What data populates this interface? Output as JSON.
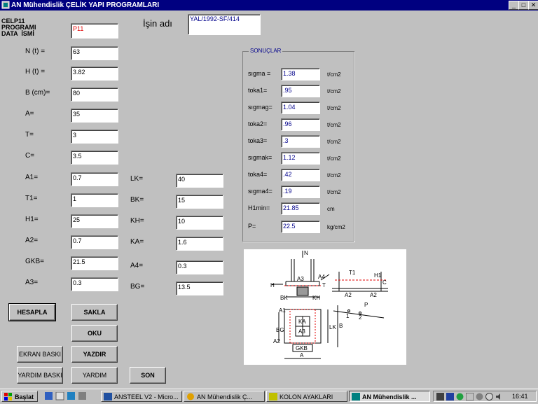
{
  "window": {
    "title": "AN Mühendislik  ÇELİK YAPI PROGRAMLARI",
    "min": "_",
    "max": "□",
    "close": "✕"
  },
  "header": {
    "program_label": "CELP11\nPROGRAMI\nDATA  İSMİ",
    "program_value": "P11",
    "job_label": "İşin adı",
    "job_value": "YAL/1992-SF/414"
  },
  "inputs_left": [
    {
      "label": "N (t) =",
      "value": "63"
    },
    {
      "label": "H (t) =",
      "value": "3.82"
    },
    {
      "label": "B (cm)=",
      "value": "80"
    },
    {
      "label": "A=",
      "value": "35"
    },
    {
      "label": "T=",
      "value": "3"
    },
    {
      "label": "C=",
      "value": "3.5"
    },
    {
      "label": "A1=",
      "value": "0.7"
    },
    {
      "label": "T1=",
      "value": "1"
    },
    {
      "label": "H1=",
      "value": "25"
    },
    {
      "label": "A2=",
      "value": "0.7"
    },
    {
      "label": "GKB=",
      "value": "21.5"
    },
    {
      "label": "A3=",
      "value": "0.3"
    }
  ],
  "inputs_mid": [
    {
      "label": "LK=",
      "value": "40"
    },
    {
      "label": "BK=",
      "value": "15"
    },
    {
      "label": "KH=",
      "value": "10"
    },
    {
      "label": "KA=",
      "value": "1.6"
    },
    {
      "label": "A4=",
      "value": "0.3"
    },
    {
      "label": "BG=",
      "value": "13.5"
    }
  ],
  "results": {
    "title": "SONUÇLAR",
    "rows": [
      {
        "label": "sıgma =",
        "value": "1.38",
        "unit": "t/cm2"
      },
      {
        "label": "toka1=",
        "value": ".95",
        "unit": "t/cm2"
      },
      {
        "label": "sıgmag=",
        "value": "1.04",
        "unit": "t/cm2"
      },
      {
        "label": "toka2=",
        "value": ".96",
        "unit": "t/cm2"
      },
      {
        "label": "toka3=",
        "value": ".3",
        "unit": "t/cm2"
      },
      {
        "label": "sıgmak=",
        "value": "1.12",
        "unit": "t/cm2"
      },
      {
        "label": "toka4=",
        "value": ".42",
        "unit": "t/cm2"
      },
      {
        "label": "sıgma4=",
        "value": ".19",
        "unit": "t/cm2"
      },
      {
        "label": "H1min=",
        "value": "21.85",
        "unit": "cm"
      },
      {
        "label": "P=",
        "value": "22.5",
        "unit": "kg/cm2"
      }
    ]
  },
  "buttons": {
    "hesapla": "HESAPLA",
    "sakla": "SAKLA",
    "oku": "OKU",
    "ekran_baski": "EKRAN BASKI",
    "yazdir": "YAZDIR",
    "yardim_baski": "YARDIM BASKI",
    "yardim": "YARDIM",
    "son": "SON"
  },
  "diagram_labels": {
    "N": "N",
    "H": "H",
    "A3": "A3",
    "A4": "A4",
    "T": "T",
    "BK": "BK",
    "KH": "KH",
    "T1": "T1",
    "H1": "H1",
    "C": "C",
    "A2": "A2",
    "P": "P",
    "one": "1",
    "two": "2",
    "A1": "A1",
    "KA": "KA",
    "A3b": "A3",
    "BG": "BG",
    "LK": "LK",
    "B": "B",
    "GKB": "GKB",
    "A": "A",
    "A2b": "A2",
    "A2c": "A2"
  },
  "taskbar": {
    "start": "Başlat",
    "items": [
      "ANSTEEL V2 - Micro...",
      "AN Mühendislik    Ç...",
      "KOLON AYAKLARI",
      "AN Mühendislik   ..."
    ],
    "clock": "16:41"
  },
  "colors": {
    "titlebar": "#000080",
    "result_text": "#00008b",
    "program_value": "#e00000",
    "diagram_red": "#e00000"
  }
}
